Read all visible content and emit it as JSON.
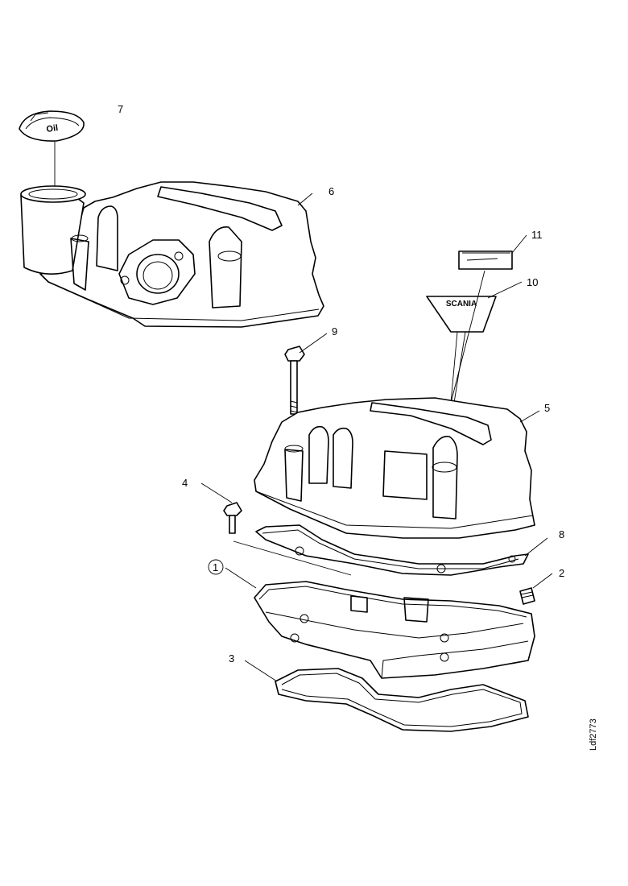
{
  "diagram": {
    "callouts": [
      {
        "id": "c1",
        "label": "1",
        "circled": true
      },
      {
        "id": "c2",
        "label": "2"
      },
      {
        "id": "c3",
        "label": "3"
      },
      {
        "id": "c4",
        "label": "4"
      },
      {
        "id": "c5",
        "label": "5"
      },
      {
        "id": "c6",
        "label": "6"
      },
      {
        "id": "c7",
        "label": "7"
      },
      {
        "id": "c8",
        "label": "8"
      },
      {
        "id": "c9",
        "label": "9"
      },
      {
        "id": "c10",
        "label": "10"
      },
      {
        "id": "c11",
        "label": "11"
      }
    ],
    "oil_cap_marking": "Oil",
    "decal_text": "SCANIA",
    "drawing_number": "Ldf2773"
  }
}
